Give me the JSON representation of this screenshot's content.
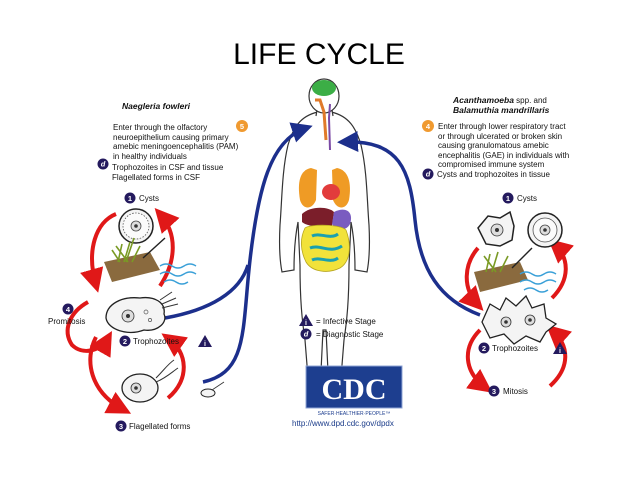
{
  "title": "LIFE CYCLE",
  "left": {
    "species": "Naegleria fowleri",
    "entry_lines": [
      "Enter through the olfactory",
      "neuroepithelium causing primary",
      "amebic meningoencephalitis (PAM)",
      "in healthy individuals"
    ],
    "entry_step": "5",
    "diag_lines": [
      "Trophozoites in CSF and tissue",
      "Flagellated forms in CSF"
    ],
    "stages": {
      "cysts_num": "1",
      "cysts": "Cysts",
      "troph_num": "2",
      "troph": "Trophozoites",
      "flag_num": "3",
      "flag": "Flagellated forms",
      "promit_num": "4",
      "promit": "Promitosis"
    }
  },
  "right": {
    "species_1": "Acanthamoeba",
    "species_1_suffix": "spp. and",
    "species_2": "Balamuthia mandrillaris",
    "entry_step": "4",
    "entry_lines": [
      "Enter through lower respiratory tract",
      "or through ulcerated or broken skin",
      "causing granulomatous amebic",
      "encephalitis (GAE) in individuals with",
      "compromised immune system"
    ],
    "diag": "Cysts and trophozoites in tissue",
    "stages": {
      "cysts_num": "1",
      "cysts": "Cysts",
      "troph_num": "2",
      "troph": "Trophozoites",
      "mitosis_num": "3",
      "mitosis": "Mitosis"
    }
  },
  "legend": {
    "infective_symbol": "i",
    "infective": "= Infective Stage",
    "diagnostic_symbol": "d",
    "diagnostic": "= Diagnostic Stage"
  },
  "logo": {
    "text": "CDC",
    "tagline": "SAFER·HEALTHIER·PEOPLE™"
  },
  "url": "http://www.dpd.cdc.gov/dpdx",
  "colors": {
    "cycle_arrow": "#e01818",
    "path_arrow": "#1c2f8c",
    "stage_circle": "#241a5e",
    "step_circle": "#f09a30",
    "logo_blue": "#1d3e8f"
  }
}
